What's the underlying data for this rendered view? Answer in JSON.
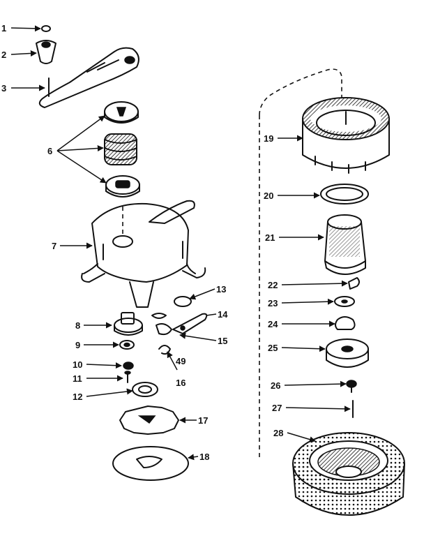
{
  "diagram": {
    "callouts": {
      "c1": "1",
      "c2": "2",
      "c3": "3",
      "c6": "6",
      "c7": "7",
      "c8": "8",
      "c9": "9",
      "c10": "10",
      "c11": "11",
      "c12": "12",
      "c13": "13",
      "c14": "14",
      "c15": "15",
      "c16a": "49",
      "c16b": "16",
      "c17": "17",
      "c18": "18",
      "c19": "19",
      "c20": "20",
      "c21": "21",
      "c22": "22",
      "c23": "23",
      "c24": "24",
      "c25": "25",
      "c26": "26",
      "c27": "27",
      "c28": "28"
    }
  }
}
